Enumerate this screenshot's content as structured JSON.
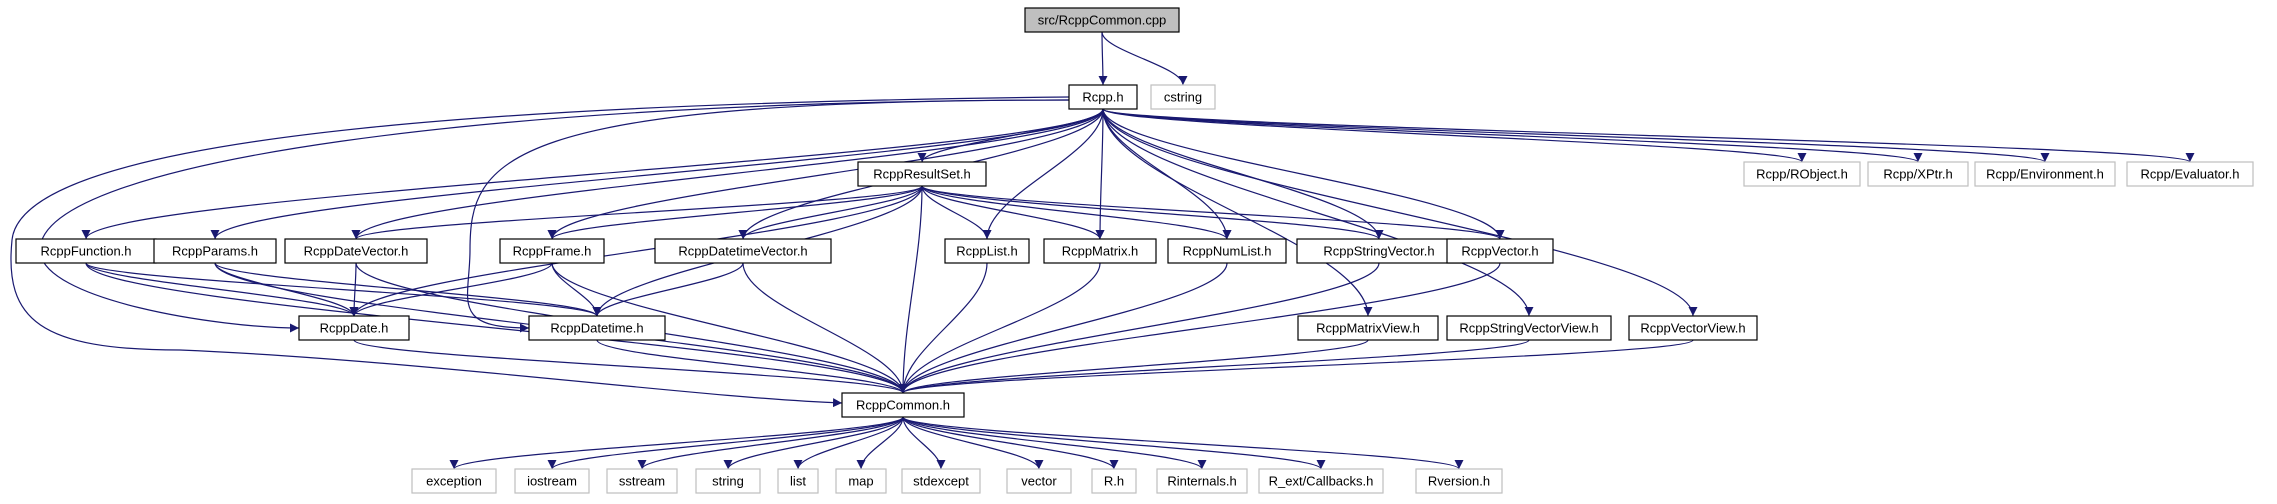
{
  "graph": {
    "nodes": [
      {
        "id": "src",
        "label": "src/RcppCommon.cpp",
        "kind": "main"
      },
      {
        "id": "rcpph",
        "label": "Rcpp.h",
        "kind": "local"
      },
      {
        "id": "cstring",
        "label": "cstring",
        "kind": "external"
      },
      {
        "id": "resultset",
        "label": "RcppResultSet.h",
        "kind": "local"
      },
      {
        "id": "robject",
        "label": "Rcpp/RObject.h",
        "kind": "external"
      },
      {
        "id": "xptr",
        "label": "Rcpp/XPtr.h",
        "kind": "external"
      },
      {
        "id": "environment",
        "label": "Rcpp/Environment.h",
        "kind": "external"
      },
      {
        "id": "evaluator",
        "label": "Rcpp/Evaluator.h",
        "kind": "external"
      },
      {
        "id": "function",
        "label": "RcppFunction.h",
        "kind": "local"
      },
      {
        "id": "params",
        "label": "RcppParams.h",
        "kind": "local"
      },
      {
        "id": "datevector",
        "label": "RcppDateVector.h",
        "kind": "local"
      },
      {
        "id": "frame",
        "label": "RcppFrame.h",
        "kind": "local"
      },
      {
        "id": "datetimevector",
        "label": "RcppDatetimeVector.h",
        "kind": "local"
      },
      {
        "id": "list",
        "label": "RcppList.h",
        "kind": "local"
      },
      {
        "id": "matrix",
        "label": "RcppMatrix.h",
        "kind": "local"
      },
      {
        "id": "numlist",
        "label": "RcppNumList.h",
        "kind": "local"
      },
      {
        "id": "stringvector",
        "label": "RcppStringVector.h",
        "kind": "local"
      },
      {
        "id": "vector",
        "label": "RcppVector.h",
        "kind": "local"
      },
      {
        "id": "date",
        "label": "RcppDate.h",
        "kind": "local"
      },
      {
        "id": "datetime",
        "label": "RcppDatetime.h",
        "kind": "local"
      },
      {
        "id": "matrixview",
        "label": "RcppMatrixView.h",
        "kind": "local"
      },
      {
        "id": "stringvectorview",
        "label": "RcppStringVectorView.h",
        "kind": "local"
      },
      {
        "id": "vectorview",
        "label": "RcppVectorView.h",
        "kind": "local"
      },
      {
        "id": "common",
        "label": "RcppCommon.h",
        "kind": "local"
      },
      {
        "id": "exception",
        "label": "exception",
        "kind": "external"
      },
      {
        "id": "iostream",
        "label": "iostream",
        "kind": "external"
      },
      {
        "id": "sstream",
        "label": "sstream",
        "kind": "external"
      },
      {
        "id": "string",
        "label": "string",
        "kind": "external"
      },
      {
        "id": "stdlist",
        "label": "list",
        "kind": "external"
      },
      {
        "id": "map",
        "label": "map",
        "kind": "external"
      },
      {
        "id": "stdexcept",
        "label": "stdexcept",
        "kind": "external"
      },
      {
        "id": "stdvector",
        "label": "vector",
        "kind": "external"
      },
      {
        "id": "rh",
        "label": "R.h",
        "kind": "external"
      },
      {
        "id": "rinternals",
        "label": "Rinternals.h",
        "kind": "external"
      },
      {
        "id": "callbacks",
        "label": "R_ext/Callbacks.h",
        "kind": "external"
      },
      {
        "id": "rversion",
        "label": "Rversion.h",
        "kind": "external"
      }
    ],
    "edges": [
      [
        "src",
        "rcpph"
      ],
      [
        "src",
        "cstring"
      ],
      [
        "rcpph",
        "resultset"
      ],
      [
        "rcpph",
        "robject"
      ],
      [
        "rcpph",
        "xptr"
      ],
      [
        "rcpph",
        "environment"
      ],
      [
        "rcpph",
        "evaluator"
      ],
      [
        "rcpph",
        "function"
      ],
      [
        "rcpph",
        "params"
      ],
      [
        "rcpph",
        "datevector"
      ],
      [
        "rcpph",
        "frame"
      ],
      [
        "rcpph",
        "datetimevector"
      ],
      [
        "rcpph",
        "list"
      ],
      [
        "rcpph",
        "matrix"
      ],
      [
        "rcpph",
        "numlist"
      ],
      [
        "rcpph",
        "stringvector"
      ],
      [
        "rcpph",
        "vector"
      ],
      [
        "rcpph",
        "date"
      ],
      [
        "rcpph",
        "datetime"
      ],
      [
        "rcpph",
        "matrixview"
      ],
      [
        "rcpph",
        "stringvectorview"
      ],
      [
        "rcpph",
        "vectorview"
      ],
      [
        "rcpph",
        "common"
      ],
      [
        "resultset",
        "datevector"
      ],
      [
        "resultset",
        "frame"
      ],
      [
        "resultset",
        "datetimevector"
      ],
      [
        "resultset",
        "list"
      ],
      [
        "resultset",
        "matrix"
      ],
      [
        "resultset",
        "numlist"
      ],
      [
        "resultset",
        "stringvector"
      ],
      [
        "resultset",
        "vector"
      ],
      [
        "resultset",
        "date"
      ],
      [
        "resultset",
        "datetime"
      ],
      [
        "resultset",
        "common"
      ],
      [
        "function",
        "date"
      ],
      [
        "function",
        "datetime"
      ],
      [
        "function",
        "common"
      ],
      [
        "params",
        "date"
      ],
      [
        "params",
        "datetime"
      ],
      [
        "params",
        "common"
      ],
      [
        "datevector",
        "date"
      ],
      [
        "datevector",
        "common"
      ],
      [
        "frame",
        "date"
      ],
      [
        "frame",
        "datetime"
      ],
      [
        "frame",
        "common"
      ],
      [
        "datetimevector",
        "datetime"
      ],
      [
        "datetimevector",
        "common"
      ],
      [
        "list",
        "common"
      ],
      [
        "matrix",
        "common"
      ],
      [
        "numlist",
        "common"
      ],
      [
        "stringvector",
        "common"
      ],
      [
        "vector",
        "common"
      ],
      [
        "date",
        "common"
      ],
      [
        "datetime",
        "common"
      ],
      [
        "matrixview",
        "common"
      ],
      [
        "stringvectorview",
        "common"
      ],
      [
        "vectorview",
        "common"
      ],
      [
        "common",
        "exception"
      ],
      [
        "common",
        "iostream"
      ],
      [
        "common",
        "sstream"
      ],
      [
        "common",
        "string"
      ],
      [
        "common",
        "stdlist"
      ],
      [
        "common",
        "map"
      ],
      [
        "common",
        "stdexcept"
      ],
      [
        "common",
        "stdvector"
      ],
      [
        "common",
        "rh"
      ],
      [
        "common",
        "rinternals"
      ],
      [
        "common",
        "callbacks"
      ],
      [
        "common",
        "rversion"
      ]
    ],
    "colors": {
      "edge": "#191970",
      "main_fill": "#bfbfbf",
      "local_border": "#000000",
      "external_border": "#bfbfbf"
    }
  }
}
